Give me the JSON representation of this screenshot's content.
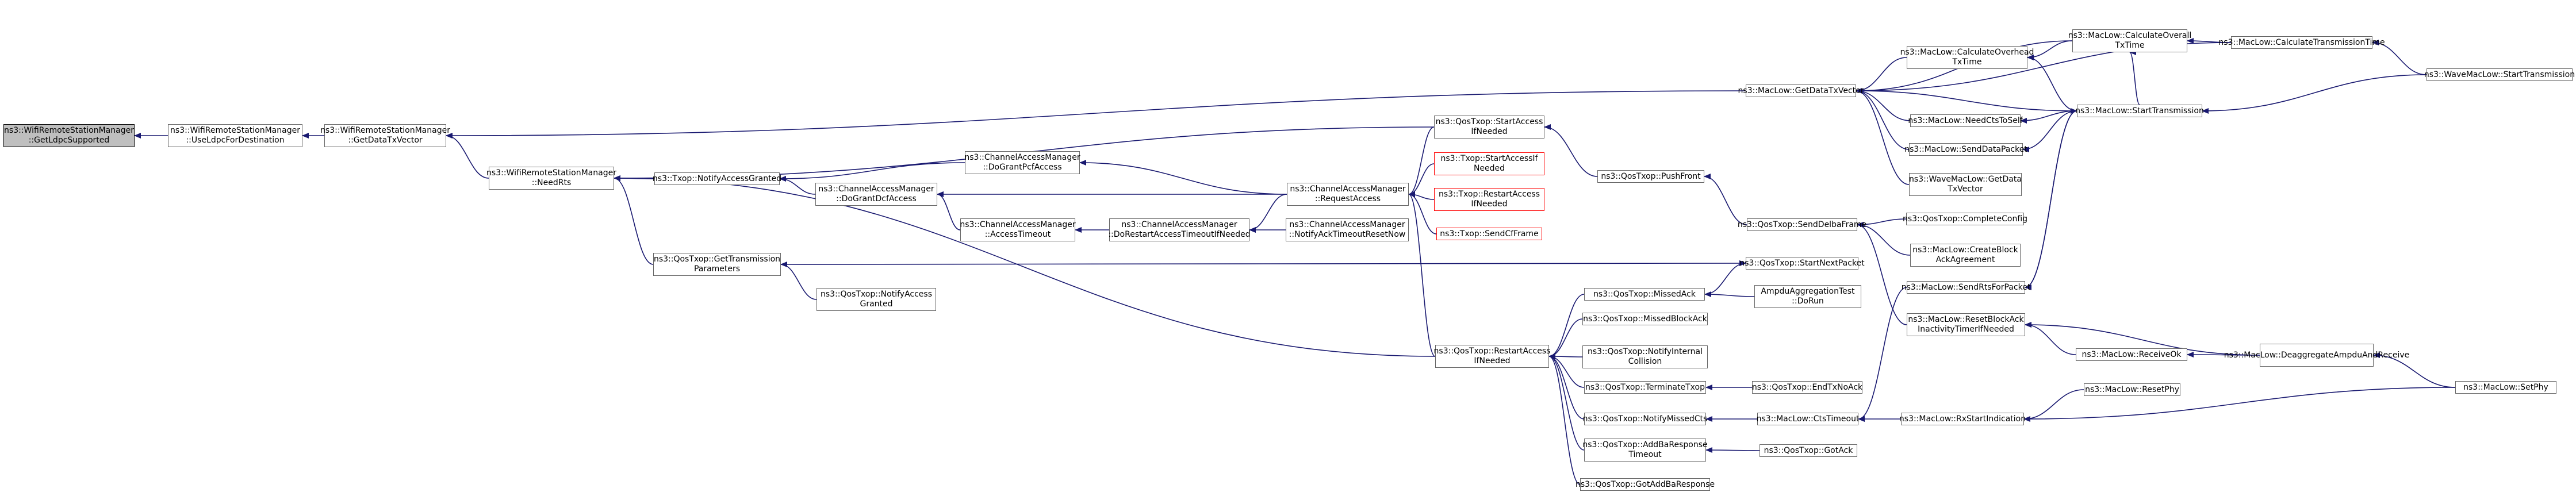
{
  "graph": {
    "edge_color": "#191970",
    "node_border": "#666666",
    "highlight_border": "#ff0000",
    "root_fill": "#bfbfbf",
    "nodes": {
      "root": {
        "label": "ns3::WifiRemoteStationManager\n::GetLdpcSupported"
      },
      "useLdpc": {
        "label": "ns3::WifiRemoteStationManager\n::UseLdpcForDestination"
      },
      "getDataTx": {
        "label": "ns3::WifiRemoteStationManager\n::GetDataTxVector"
      },
      "needRts": {
        "label": "ns3::WifiRemoteStationManager\n::NeedRts"
      },
      "macLowGetData": {
        "label": "ns3::MacLow::GetDataTxVector"
      },
      "txopNotify": {
        "label": "ns3::Txop::NotifyAccessGranted"
      },
      "qosGetTx": {
        "label": "ns3::QosTxop::GetTransmission\nParameters"
      },
      "qosNotifyAccess": {
        "label": "ns3::QosTxop::NotifyAccess\nGranted"
      },
      "camGrantPcf": {
        "label": "ns3::ChannelAccessManager\n::DoGrantPcfAccess"
      },
      "camGrantDcf": {
        "label": "ns3::ChannelAccessManager\n::DoGrantDcfAccess"
      },
      "camAccessTimeout": {
        "label": "ns3::ChannelAccessManager\n::AccessTimeout"
      },
      "camRestart": {
        "label": "ns3::ChannelAccessManager\n::DoRestartAccessTimeoutIfNeeded"
      },
      "camRequest": {
        "label": "ns3::ChannelAccessManager\n::RequestAccess"
      },
      "camNotifyAck": {
        "label": "ns3::ChannelAccessManager\n::NotifyAckTimeoutResetNow"
      },
      "qosStartAccess": {
        "label": "ns3::QosTxop::StartAccess\nIfNeeded"
      },
      "txopStartAccess": {
        "label": "ns3::Txop::StartAccessIf\nNeeded"
      },
      "txopRestart": {
        "label": "ns3::Txop::RestartAccess\nIfNeeded"
      },
      "txopSendCf": {
        "label": "ns3::Txop::SendCfFrame"
      },
      "qosPushFront": {
        "label": "ns3::QosTxop::PushFront"
      },
      "qosSendDelba": {
        "label": "ns3::QosTxop::SendDelbaFrame"
      },
      "qosCompleteConfig": {
        "label": "ns3::QosTxop::CompleteConfig"
      },
      "macCreateBlock": {
        "label": "ns3::MacLow::CreateBlock\nAckAgreement"
      },
      "qosStartNext": {
        "label": "ns3::QosTxop::StartNextPacket"
      },
      "qosRestart": {
        "label": "ns3::QosTxop::RestartAccess\nIfNeeded"
      },
      "qosMissedAck": {
        "label": "ns3::QosTxop::MissedAck"
      },
      "qosMissedBlockAck": {
        "label": "ns3::QosTxop::MissedBlockAck"
      },
      "qosNotifyInternal": {
        "label": "ns3::QosTxop::NotifyInternal\nCollision"
      },
      "qosTerminate": {
        "label": "ns3::QosTxop::TerminateTxop"
      },
      "qosNotifyMissedCts": {
        "label": "ns3::QosTxop::NotifyMissedCts"
      },
      "qosAddBaTimeout": {
        "label": "ns3::QosTxop::AddBaResponse\nTimeout"
      },
      "qosGotAddBa": {
        "label": "ns3::QosTxop::GotAddBaResponse"
      },
      "ampduTest": {
        "label": "AmpduAggregationTest\n::DoRun"
      },
      "qosEndTxNoAck": {
        "label": "ns3::QosTxop::EndTxNoAck"
      },
      "macCtsTimeout": {
        "label": "ns3::MacLow::CtsTimeout"
      },
      "qosGotAck": {
        "label": "ns3::QosTxop::GotAck"
      },
      "macSendRts": {
        "label": "ns3::MacLow::SendRtsForPacket"
      },
      "macResetBlockAck": {
        "label": "ns3::MacLow::ResetBlockAck\nInactivityTimerIfNeeded"
      },
      "macReceiveOk": {
        "label": "ns3::MacLow::ReceiveOk"
      },
      "macDeaggregate": {
        "label": "ns3::MacLow::DeaggregateAmpduAndReceive"
      },
      "macRxStart": {
        "label": "ns3::MacLow::RxStartIndication"
      },
      "macResetPhy": {
        "label": "ns3::MacLow::ResetPhy"
      },
      "macSetPhy": {
        "label": "ns3::MacLow::SetPhy"
      },
      "macCalcOverhead": {
        "label": "ns3::MacLow::CalculateOverhead\nTxTime"
      },
      "macCalcOverall": {
        "label": "ns3::MacLow::CalculateOverall\nTxTime"
      },
      "macCalcTransmission": {
        "label": "ns3::MacLow::CalculateTransmissionTime"
      },
      "macNeedCts": {
        "label": "ns3::MacLow::NeedCtsToSelf"
      },
      "macSendDataPacket": {
        "label": "ns3::MacLow::SendDataPacket"
      },
      "waveGetData": {
        "label": "ns3::WaveMacLow::GetData\nTxVector"
      },
      "macStartTransmission": {
        "label": "ns3::MacLow::StartTransmission"
      },
      "waveStartTransmission": {
        "label": "ns3::WaveMacLow::StartTransmission"
      }
    }
  }
}
